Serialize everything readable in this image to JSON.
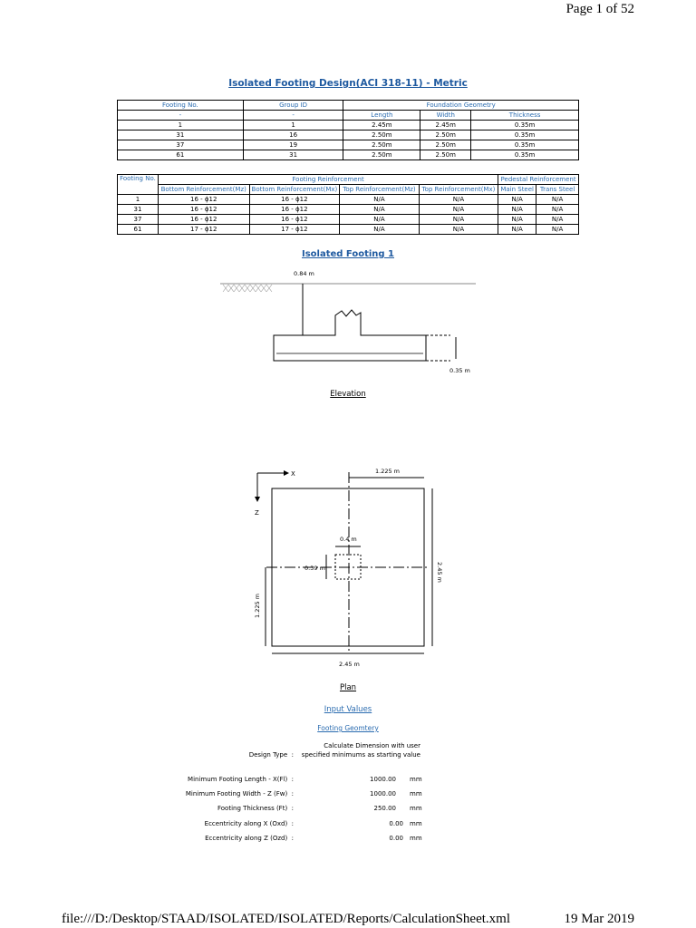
{
  "page_number": "Page 1 of 52",
  "doc_title": "Isolated Footing Design(ACI 318-11) - Metric",
  "geometry_table": {
    "headers": {
      "footing_no": "Footing No.",
      "group_id": "Group ID",
      "foundation_geometry": "Foundation Geometry"
    },
    "subheaders": {
      "footing_no": "-",
      "group_id": "-",
      "length": "Length",
      "width": "Width",
      "thickness": "Thickness"
    },
    "rows": [
      [
        "1",
        "1",
        "2.45m",
        "2.45m",
        "0.35m"
      ],
      [
        "31",
        "16",
        "2.50m",
        "2.50m",
        "0.35m"
      ],
      [
        "37",
        "19",
        "2.50m",
        "2.50m",
        "0.35m"
      ],
      [
        "61",
        "31",
        "2.50m",
        "2.50m",
        "0.35m"
      ]
    ]
  },
  "reinforcement_table": {
    "headers": {
      "footing_no": "Footing No.",
      "footing_reinforcement": "Footing Reinforcement",
      "pedestal_reinforcement": "Pedestal Reinforcement"
    },
    "subheaders": {
      "bottom_mz": "Bottom Reinforcement(Mz)",
      "bottom_mx": "Bottom Reinforcement(Mx)",
      "top_mz": "Top Reinforcement(Mz)",
      "top_mx": "Top Reinforcement(Mx)",
      "main_steel": "Main Steel",
      "trans_steel": "Trans Steel"
    },
    "rows": [
      [
        "1",
        "16 - ϕ12",
        "16 - ϕ12",
        "N/A",
        "N/A",
        "N/A",
        "N/A"
      ],
      [
        "31",
        "16 - ϕ12",
        "16 - ϕ12",
        "N/A",
        "N/A",
        "N/A",
        "N/A"
      ],
      [
        "37",
        "16 - ϕ12",
        "16 - ϕ12",
        "N/A",
        "N/A",
        "N/A",
        "N/A"
      ],
      [
        "61",
        "17 - ϕ12",
        "17 - ϕ12",
        "N/A",
        "N/A",
        "N/A",
        "N/A"
      ]
    ]
  },
  "footing_title": "Isolated Footing 1",
  "elevation": {
    "label": "Elevation",
    "depth_dim": "0.84 m",
    "thickness_dim": "0.35 m"
  },
  "plan": {
    "label": "Plan",
    "axis_x": "X",
    "axis_z": "Z",
    "half_length_dim": "1.225 m",
    "pedestal_dim_x": "0.4 m",
    "pedestal_dim_z": "0.39 m",
    "width_dim": "2.45 m",
    "half_width_dim": "1.225 m",
    "length_dim": "2.45 m"
  },
  "input_values": {
    "title": "Input Values",
    "section": "Footing Geomtery",
    "fields": [
      {
        "label": "Design Type",
        "value": "Calculate Dimension with user specified minimums as starting value",
        "unit": ""
      },
      {
        "label": "Minimum Footing Length - X(Fl)",
        "value": "1000.00",
        "unit": "mm"
      },
      {
        "label": "Minimum Footing Width - Z (Fw)",
        "value": "1000.00",
        "unit": "mm"
      },
      {
        "label": "Footing Thickness (Ft)",
        "value": "250.00",
        "unit": "mm"
      },
      {
        "label": "Eccentricity along X (Oxd)",
        "value": "0.00",
        "unit": "mm"
      },
      {
        "label": "Eccentricity along Z (Ozd)",
        "value": "0.00",
        "unit": "mm"
      }
    ]
  },
  "footer": {
    "path": "file:///D:/Desktop/STAAD/ISOLATED/ISOLATED/Reports/CalculationSheet.xml",
    "date": "19 Mar 2019"
  }
}
